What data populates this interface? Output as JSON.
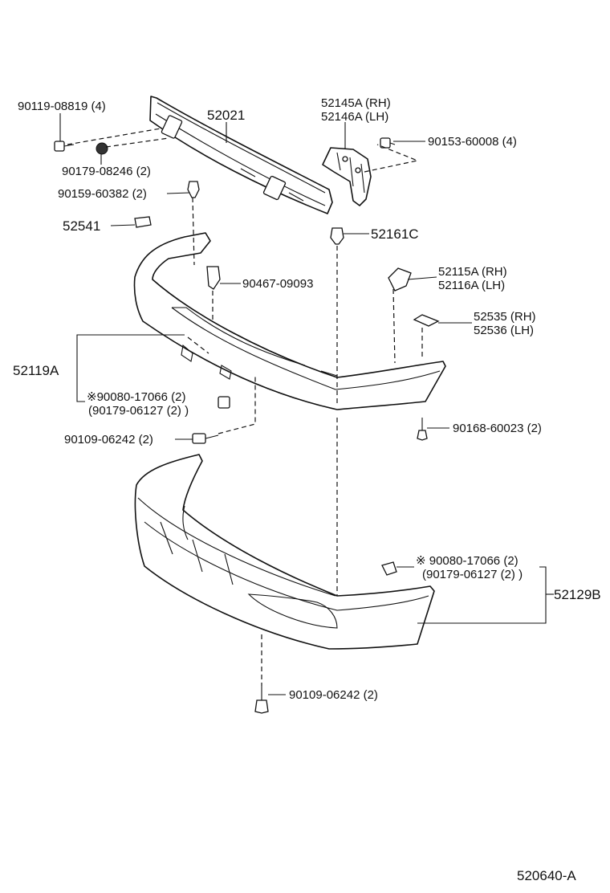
{
  "diagram_code": "520640-A",
  "labels": {
    "p52021": "52021",
    "p90119": "90119-08819 (4)",
    "p90179a": "90179-08246 (2)",
    "p90159": "90159-60382 (2)",
    "p52145a": "52145A (RH)",
    "p52146a": "52146A (LH)",
    "p90153": "90153-60008 (4)",
    "p52541": "52541",
    "p52161c": "52161C",
    "p90467": "90467-09093",
    "p52115a": "52115A (RH)",
    "p52116a": "52116A (LH)",
    "p52535": "52535 (RH)",
    "p52536": "52536 (LH)",
    "p52119a": "52119A",
    "p90080a": "※90080-17066 (2)",
    "p90179b": "(90179-06127 (2) )",
    "p90109a": "90109-06242 (2)",
    "p90168": "90168-60023 (2)",
    "p90080b": "※ 90080-17066 (2)",
    "p90179c": "(90179-06127 (2) )",
    "p52129b": "52129B",
    "p90109b": "90109-06242 (2)"
  }
}
